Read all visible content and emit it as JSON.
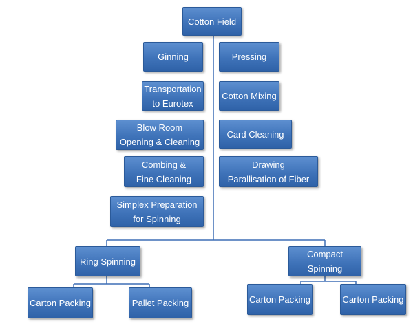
{
  "nodes": {
    "cotton_field": "Cotton Field",
    "ginning": "Ginning",
    "pressing": "Pressing",
    "transportation": [
      "Transportation",
      "to Eurotex"
    ],
    "cotton_mixing": "Cotton Mixing",
    "blow_room": [
      "Blow Room",
      "Opening & Cleaning"
    ],
    "card_cleaning": "Card Cleaning",
    "combing": [
      "Combing &",
      "Fine Cleaning"
    ],
    "drawing": [
      "Drawing",
      "Parallisation of Fiber"
    ],
    "simplex": [
      "Simplex Preparation",
      "for  Spinning"
    ],
    "ring_spinning": "Ring Spinning",
    "compact_spinning": [
      "Compact",
      "Spinning"
    ],
    "ring_carton_packing": "Carton Packing",
    "ring_pallet_packing": "Pallet Packing",
    "compact_carton_packing_1": "Carton Packing",
    "compact_carton_packing_2": "Carton Packing"
  },
  "colors": {
    "node_fill": "#4679c2",
    "node_border": "#2b5a99",
    "connector": "#3f6fb5"
  }
}
